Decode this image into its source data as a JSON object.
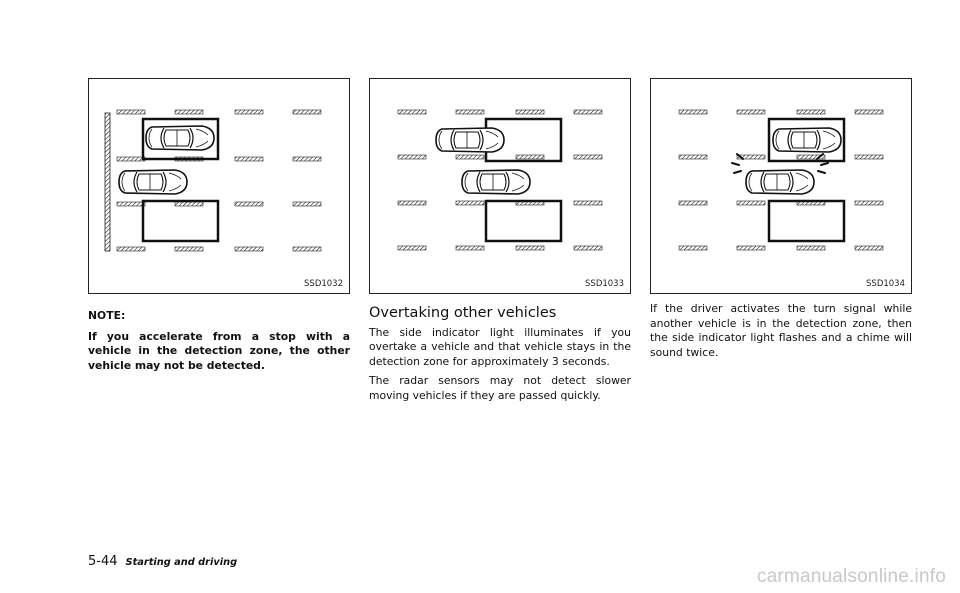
{
  "figures": [
    {
      "id": "SSD1032"
    },
    {
      "id": "SSD1033"
    },
    {
      "id": "SSD1034"
    }
  ],
  "left_column": {
    "note_heading": "NOTE:",
    "note_text": "If you accelerate from a stop with a vehicle in the detection zone, the other vehicle may not be detected."
  },
  "middle_column": {
    "section_title": "Overtaking other vehicles",
    "paragraph1": "The side indicator light illuminates if you overtake a vehicle and that vehicle stays in the detection zone for approximately 3 seconds.",
    "paragraph2": "The radar sensors may not detect slower moving vehicles if they are passed quickly."
  },
  "right_column": {
    "paragraph1": "If the driver activates the turn signal while another vehicle is in the detection zone, then the side indicator light flashes and a chime will sound twice."
  },
  "footer": {
    "page_number": "5-44",
    "section": "Starting and driving"
  },
  "watermark": "carmanualsonline.info"
}
